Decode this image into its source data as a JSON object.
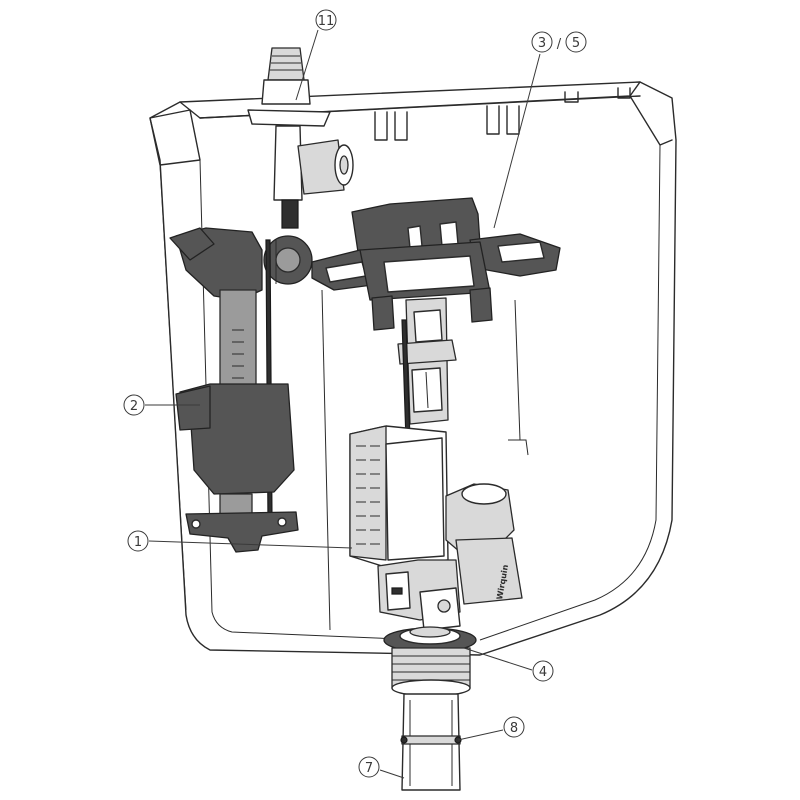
{
  "callouts": [
    {
      "id": "c11",
      "label": "11"
    },
    {
      "id": "c3",
      "label": "3"
    },
    {
      "id": "c5",
      "label": "5"
    },
    {
      "id": "c2",
      "label": "2"
    },
    {
      "id": "c1",
      "label": "1"
    },
    {
      "id": "c4",
      "label": "4"
    },
    {
      "id": "c8",
      "label": "8"
    },
    {
      "id": "c7",
      "label": "7"
    }
  ],
  "separator": "/",
  "brand_mark": "Wirquin"
}
